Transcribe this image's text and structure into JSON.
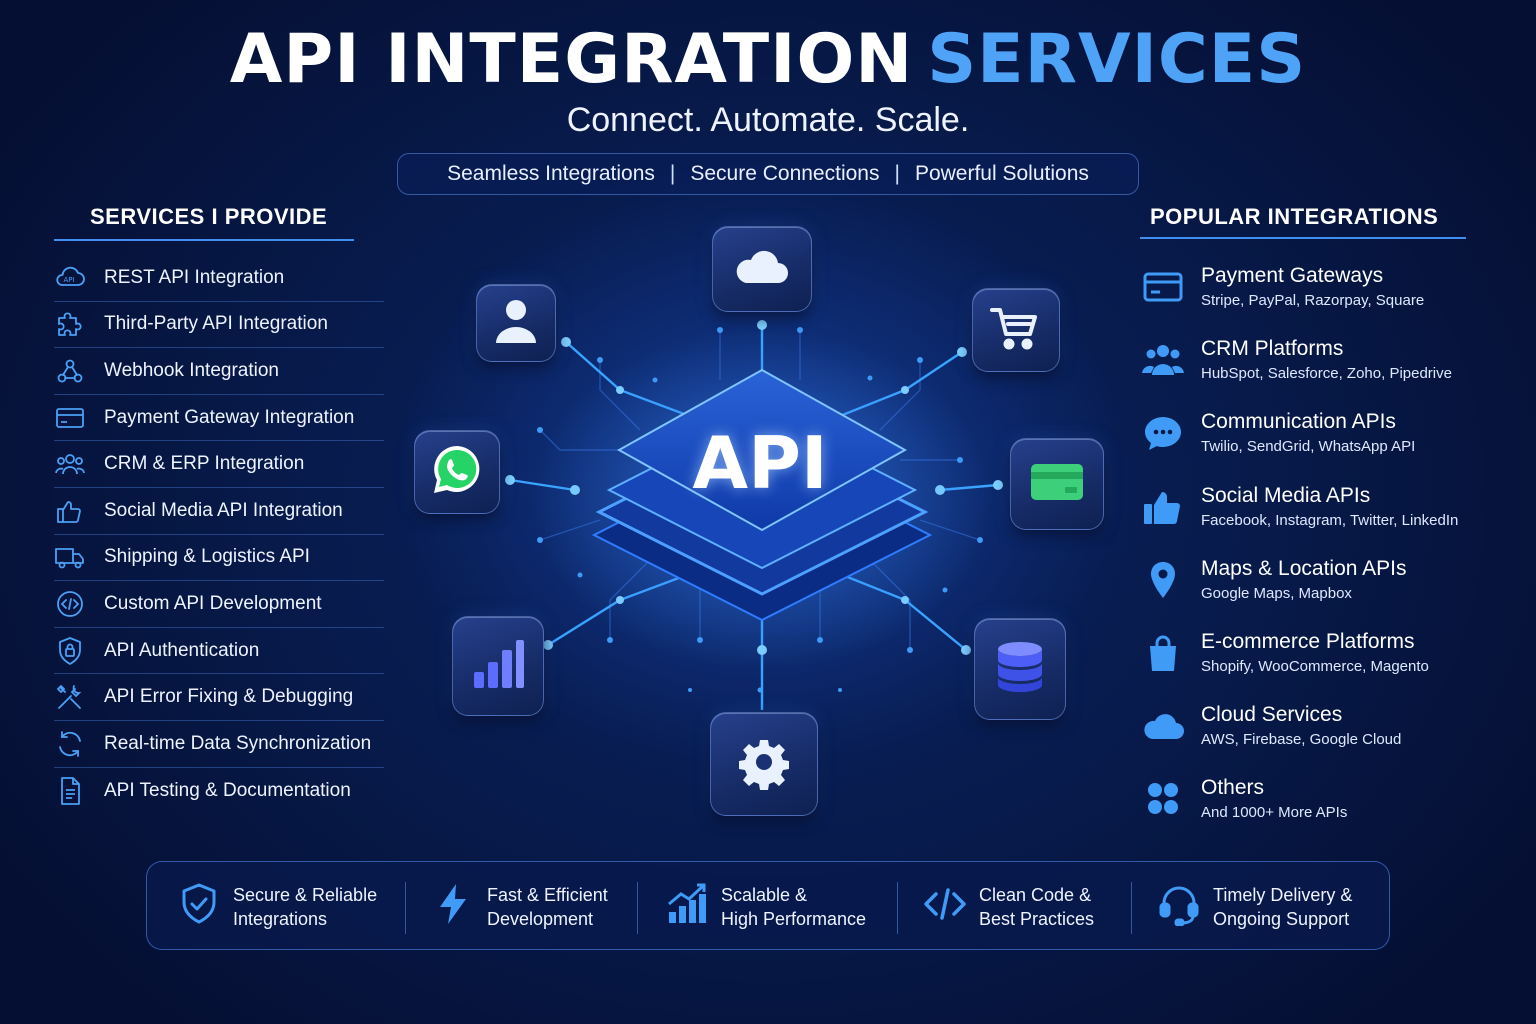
{
  "header": {
    "title_main": "API INTEGRATION",
    "title_accent": "SERVICES",
    "subtitle": "Connect. Automate. Scale.",
    "pills": [
      "Seamless Integrations",
      "Secure Connections",
      "Powerful Solutions"
    ],
    "separator": "|"
  },
  "services": {
    "heading": "SERVICES I PROVIDE",
    "items": [
      {
        "label": "REST API Integration",
        "icon": "api-cloud-icon"
      },
      {
        "label": "Third-Party API Integration",
        "icon": "puzzle-icon"
      },
      {
        "label": "Webhook Integration",
        "icon": "webhook-icon"
      },
      {
        "label": "Payment Gateway Integration",
        "icon": "credit-card-icon"
      },
      {
        "label": "CRM & ERP Integration",
        "icon": "users-icon"
      },
      {
        "label": "Social Media API Integration",
        "icon": "thumbs-up-icon"
      },
      {
        "label": "Shipping & Logistics API",
        "icon": "truck-icon"
      },
      {
        "label": "Custom API Development",
        "icon": "code-icon"
      },
      {
        "label": "API Authentication",
        "icon": "shield-lock-icon"
      },
      {
        "label": "API Error Fixing & Debugging",
        "icon": "tools-icon"
      },
      {
        "label": "Real-time Data Synchronization",
        "icon": "sync-icon"
      },
      {
        "label": "API Testing & Documentation",
        "icon": "document-icon"
      }
    ]
  },
  "integrations": {
    "heading": "POPULAR INTEGRATIONS",
    "items": [
      {
        "title": "Payment Gateways",
        "sub": "Stripe, PayPal, Razorpay, Square",
        "icon": "credit-card-icon"
      },
      {
        "title": "CRM Platforms",
        "sub": "HubSpot, Salesforce, Zoho, Pipedrive",
        "icon": "users-icon"
      },
      {
        "title": "Communication APIs",
        "sub": "Twilio, SendGrid, WhatsApp API",
        "icon": "chat-bubble-icon"
      },
      {
        "title": "Social Media APIs",
        "sub": "Facebook, Instagram, Twitter, LinkedIn",
        "icon": "thumbs-up-icon"
      },
      {
        "title": "Maps & Location APIs",
        "sub": "Google Maps, Mapbox",
        "icon": "map-pin-icon"
      },
      {
        "title": "E-commerce Platforms",
        "sub": "Shopify, WooCommerce, Magento",
        "icon": "shopping-bag-icon"
      },
      {
        "title": "Cloud Services",
        "sub": "AWS, Firebase, Google Cloud",
        "icon": "cloud-icon"
      },
      {
        "title": "Others",
        "sub": "And 1000+ More APIs",
        "icon": "grid-dots-icon"
      }
    ]
  },
  "hub": {
    "label": "API",
    "tiles": [
      "cloud-icon",
      "shopping-cart-icon",
      "credit-card-icon",
      "database-icon",
      "gear-icon",
      "bar-chart-icon",
      "whatsapp-icon",
      "user-icon"
    ]
  },
  "features": [
    {
      "line1": "Secure & Reliable",
      "line2": "Integrations",
      "icon": "shield-check-icon"
    },
    {
      "line1": "Fast & Efficient",
      "line2": "Development",
      "icon": "lightning-icon"
    },
    {
      "line1": "Scalable &",
      "line2": "High Performance",
      "icon": "growth-chart-icon"
    },
    {
      "line1": "Clean Code &",
      "line2": "Best Practices",
      "icon": "code-icon"
    },
    {
      "line1": "Timely Delivery &",
      "line2": "Ongoing Support",
      "icon": "headset-icon"
    }
  ],
  "colors": {
    "background": "#071a4a",
    "accent": "#4fa3f7",
    "icon_blue": "#3f9bf5",
    "card_green": "#3ecf7a",
    "whatsapp_green": "#25d366"
  }
}
